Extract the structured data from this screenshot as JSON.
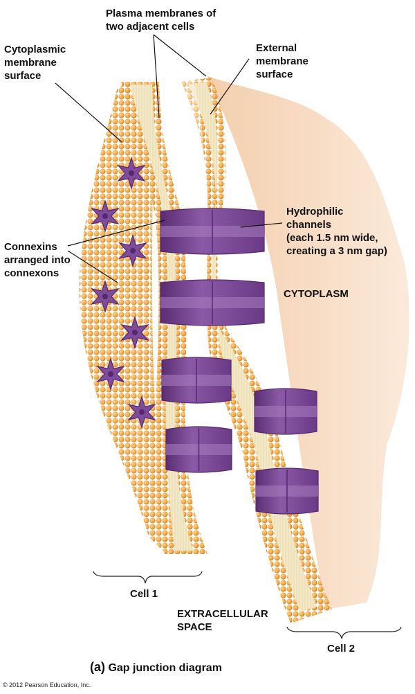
{
  "labels": {
    "plasma_membranes": [
      "Plasma membranes of",
      "two adjacent cells"
    ],
    "cytoplasmic_surface": [
      "Cytoplasmic",
      "membrane",
      "surface"
    ],
    "external_surface": [
      "External",
      "membrane",
      "surface"
    ],
    "hydrophilic_channels": [
      "Hydrophilic",
      "channels",
      "(each 1.5 nm wide,",
      "creating a 3 nm gap)"
    ],
    "connexins": [
      "Connexins",
      "arranged into",
      "connexons"
    ],
    "cytoplasm": "CYTOPLASM",
    "cell1": "Cell 1",
    "extracellular": [
      "EXTRACELLULAR",
      "SPACE"
    ],
    "cell2": "Cell 2"
  },
  "caption": {
    "letter": "(a)",
    "text": "Gap junction diagram"
  },
  "copyright": "© 2012 Pearson Education, Inc.",
  "colors": {
    "cytoplasm": "#f6d3b6",
    "lipid_head": "#f0a848",
    "lipid_core": "#f7ecc8",
    "connexon": "#7e4c9a",
    "connexon_dark": "#55286e",
    "connexon_light": "#a77dbf"
  }
}
